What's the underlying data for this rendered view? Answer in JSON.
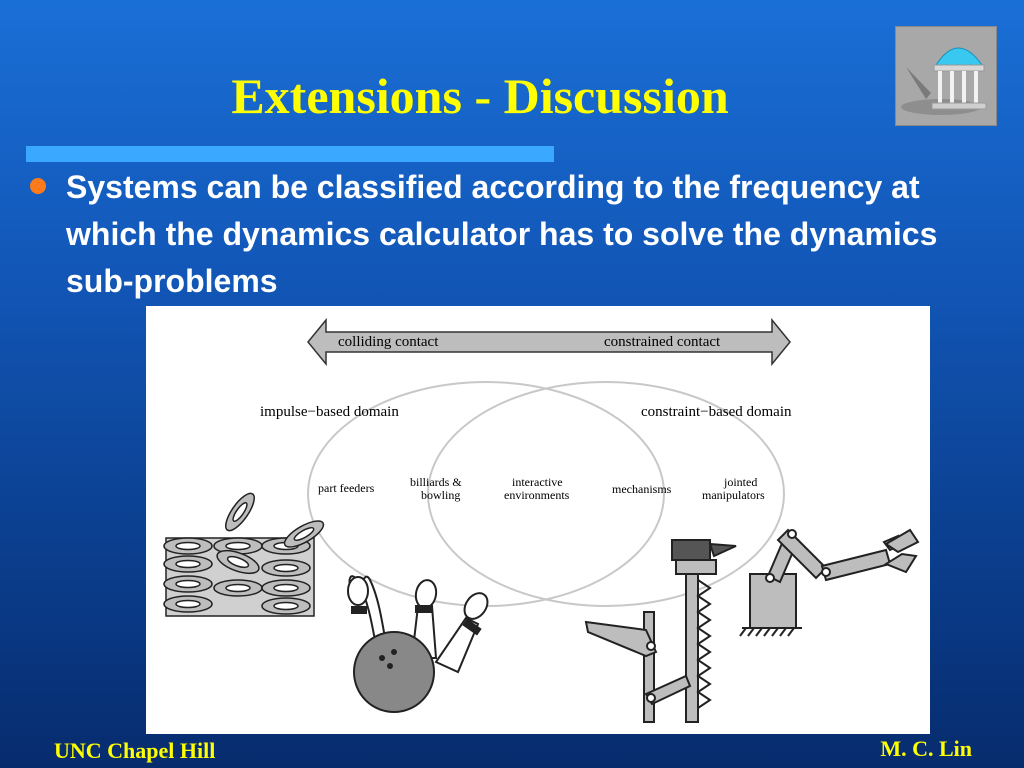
{
  "slide": {
    "title": "Extensions - Discussion",
    "bullet": "Systems can be classified according to the frequency at which the dynamics calculator has to solve the dynamics sub-problems"
  },
  "figure": {
    "arrow_left_label": "colliding contact",
    "arrow_right_label": "constrained contact",
    "domain_left": "impulse−based domain",
    "domain_right": "constraint−based domain",
    "items": {
      "part_feeders": "part feeders",
      "billiards_1": "billiards &",
      "billiards_2": "bowling",
      "interactive_1": "interactive",
      "interactive_2": "environments",
      "mechanisms": "mechanisms",
      "jointed_1": "jointed",
      "jointed_2": "manipulators"
    }
  },
  "footer": {
    "left": "UNC Chapel Hill",
    "right": "M. C. Lin"
  },
  "colors": {
    "title": "#ffff00",
    "accent_bar": "#3aa8ff",
    "bullet": "#ff7a1a"
  },
  "icons": {
    "logo": "old-well-logo-icon"
  }
}
